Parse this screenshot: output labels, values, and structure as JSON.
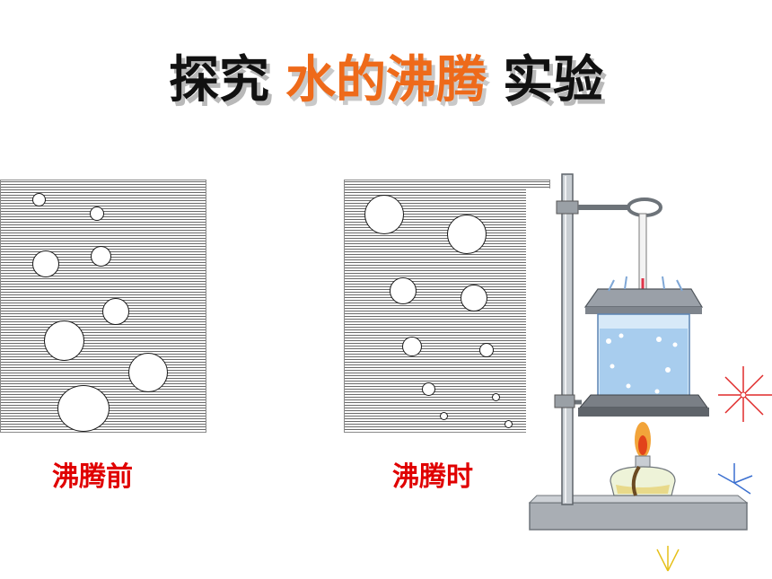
{
  "title": {
    "part1": "探究",
    "highlight": "水的沸腾",
    "part2": "实验",
    "highlight_color": "#ee6a1a"
  },
  "captions": {
    "before": "沸腾前",
    "during": "沸腾时"
  },
  "caption_color": "#e00000"
}
